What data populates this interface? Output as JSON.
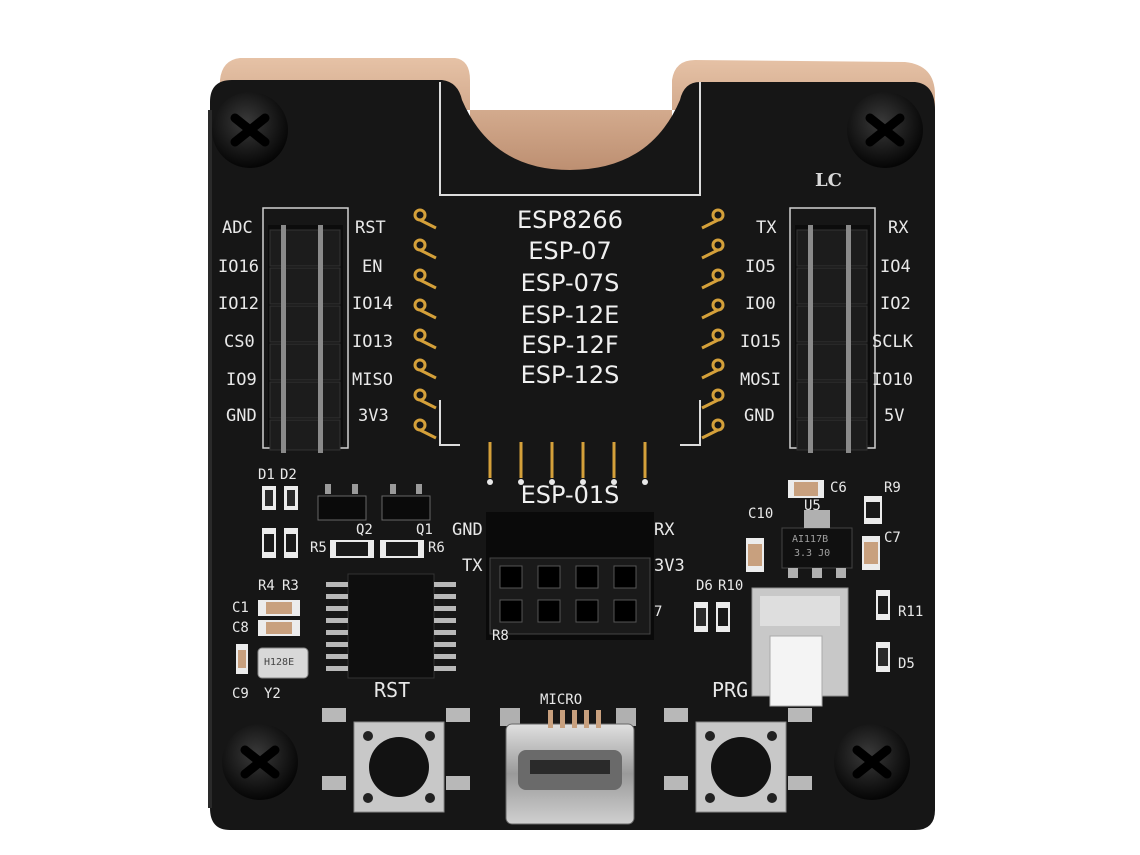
{
  "board": {
    "logo": "LC",
    "module_labels": [
      "ESP8266",
      "ESP-07",
      "ESP-07S",
      "ESP-12E",
      "ESP-12F",
      "ESP-12S"
    ],
    "esp01s_label": "ESP-01S",
    "left_header_outer": [
      "ADC",
      "IO16",
      "IO12",
      "CS0",
      "IO9",
      "GND"
    ],
    "left_header_inner": [
      "RST",
      "EN",
      "IO14",
      "IO13",
      "MISO",
      "3V3"
    ],
    "right_header_inner": [
      "TX",
      "IO5",
      "IO0",
      "IO15",
      "MOSI",
      "GND"
    ],
    "right_header_outer": [
      "RX",
      "IO4",
      "IO2",
      "SCLK",
      "IO10",
      "5V"
    ],
    "esp01_pins": {
      "gnd": "GND",
      "rx": "RX",
      "tx": "TX",
      "v33": "3V3"
    },
    "components": {
      "d1": "D1",
      "d2": "D2",
      "q2": "Q2",
      "q1": "Q1",
      "r5": "R5",
      "r6": "R6",
      "r4": "R4",
      "r3": "R3",
      "c1": "C1",
      "c8": "C8",
      "c9": "C9",
      "y2": "Y2",
      "crystal": "H128E",
      "c6": "C6",
      "r9": "R9",
      "u5": "U5",
      "c10": "C10",
      "c7": "C7",
      "d6": "D6",
      "r10": "R10",
      "r11": "R11",
      "d5": "D5",
      "regulator_line1": "AI117B",
      "regulator_line2": "3.3 J0",
      "r7": "7",
      "r8": "R8"
    },
    "buttons": {
      "rst": "RST",
      "prg": "PRG",
      "usb": "MICRO"
    }
  },
  "colors": {
    "pcb": "#161616",
    "silkscreen": "#e8e8e8",
    "copper": "#c89a7c",
    "gold": "#d4a03a",
    "background": "#ffffff"
  }
}
